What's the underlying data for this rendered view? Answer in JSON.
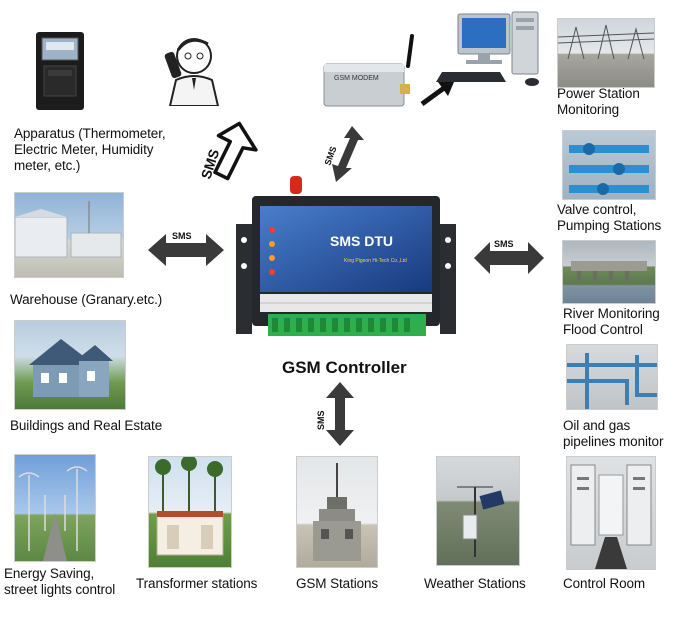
{
  "center": {
    "title": "GSM Controller",
    "device_brand": "SMS DTU",
    "device_maker": "King Pigeon Hi-Tech Co.,Ltd",
    "modem_label": "GSM MODEM"
  },
  "arrows": {
    "up_sms": "SMS",
    "modem_sms": "SMS",
    "left_sms": "SMS",
    "right_sms": "SMS",
    "down_sms": "SMS"
  },
  "left": {
    "apparatus": [
      "Apparatus (Thermometer,",
      "Electric Meter, Humidity",
      "meter, etc.)"
    ],
    "warehouse": "Warehouse (Granary.etc.)",
    "buildings": "Buildings and Real Estate"
  },
  "right": {
    "power": [
      "Power Station",
      "Monitoring"
    ],
    "valve": [
      "Valve control,",
      "Pumping Stations"
    ],
    "river": [
      "River Monitoring",
      "Flood Control"
    ],
    "oil": [
      "Oil and gas",
      "pipelines monitor"
    ]
  },
  "bottom": {
    "energy": [
      "Energy Saving,",
      "street lights control"
    ],
    "transformer": "Transformer stations",
    "gsm": "GSM Stations",
    "weather": "Weather Stations",
    "control": "Control Room"
  }
}
